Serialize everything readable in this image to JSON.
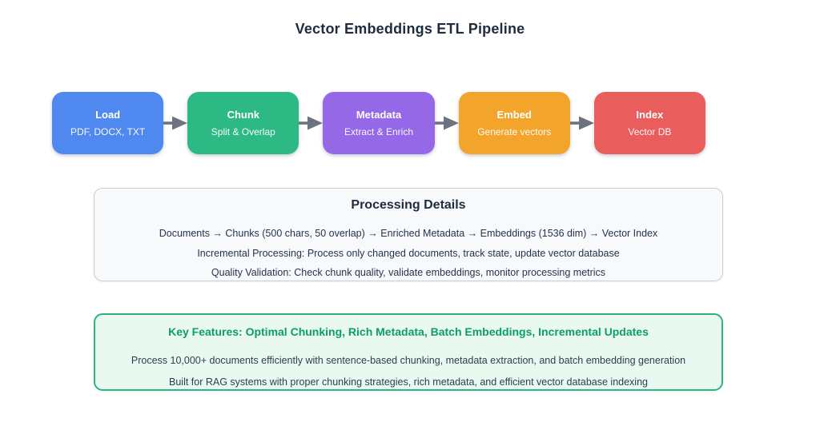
{
  "title": "Vector Embeddings ETL Pipeline",
  "colors": {
    "title_text": "#1f2b3e",
    "arrow": "#6b7280",
    "details_bg": "#f8f9fb",
    "details_border": "#c9cdd6",
    "features_bg": "#e9f9f0",
    "features_border": "#28b57f",
    "features_heading": "#0d9e63",
    "body_text": "#2d3e50"
  },
  "pipeline": {
    "stages": [
      {
        "label": "Load",
        "sublabel": "PDF, DOCX, TXT",
        "color": "#4f88ee"
      },
      {
        "label": "Chunk",
        "sublabel": "Split & Overlap",
        "color": "#2cb984"
      },
      {
        "label": "Metadata",
        "sublabel": "Extract & Enrich",
        "color": "#9468e6"
      },
      {
        "label": "Embed",
        "sublabel": "Generate vectors",
        "color": "#f2a42b"
      },
      {
        "label": "Index",
        "sublabel": "Vector DB",
        "color": "#e95d5d"
      }
    ]
  },
  "processing_details": {
    "heading": "Processing Details",
    "lines": [
      "Documents → Chunks (500 chars, 50 overlap) → Enriched Metadata → Embeddings (1536 dim) → Vector Index",
      "Incremental Processing: Process only changed documents, track state, update vector database",
      "Quality Validation: Check chunk quality, validate embeddings, monitor processing metrics"
    ]
  },
  "key_features": {
    "heading": "Key Features: Optimal Chunking, Rich Metadata, Batch Embeddings, Incremental Updates",
    "lines": [
      "Process 10,000+ documents efficiently with sentence-based chunking, metadata extraction, and batch embedding generation",
      "Built for RAG systems with proper chunking strategies, rich metadata, and efficient vector database indexing"
    ]
  }
}
